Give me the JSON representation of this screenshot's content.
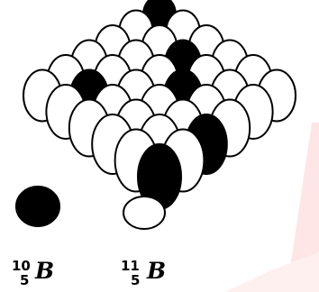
{
  "colors": {
    "boron10_fill": "#000000",
    "boron11_fill": "#ffffff",
    "outline": "#000000",
    "watermark": "#ffe4e4"
  },
  "legend": {
    "boron10": {
      "mass_number": "10",
      "atomic_number": "5",
      "symbol": "B"
    },
    "boron11": {
      "mass_number": "11",
      "atomic_number": "5",
      "symbol": "B"
    }
  }
}
